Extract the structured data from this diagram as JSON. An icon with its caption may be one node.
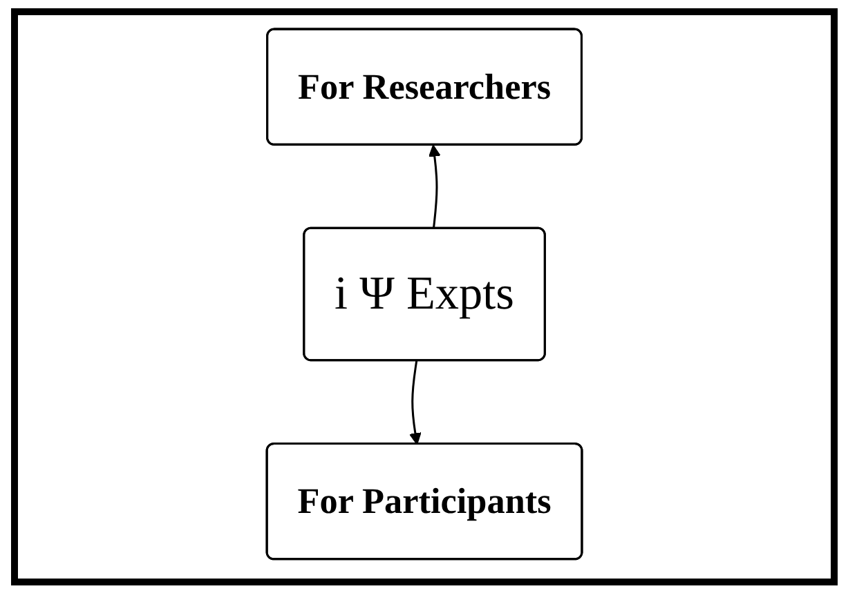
{
  "diagram": {
    "nodes": [
      {
        "text": [
          "For Researchers"
        ]
      },
      {
        "text": [
          "i Ψ Expts"
        ]
      },
      {
        "text": [
          "For Participants"
        ]
      }
    ],
    "edges": [
      {
        "from": 1,
        "to": 0,
        "arrow": "to"
      },
      {
        "from": 1,
        "to": 2,
        "arrow": "to"
      }
    ]
  }
}
